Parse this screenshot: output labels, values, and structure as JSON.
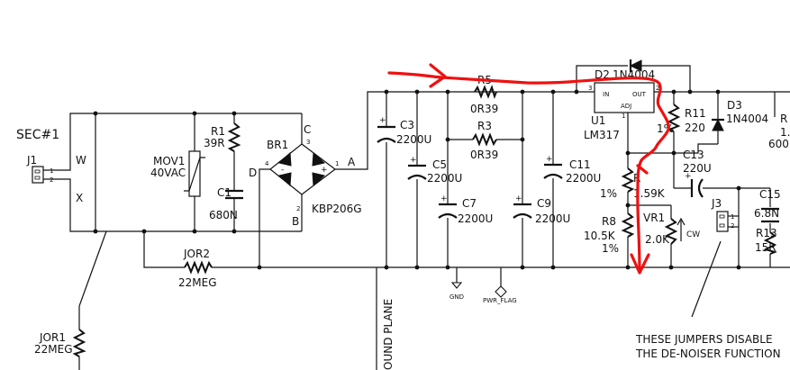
{
  "schematic": {
    "sec_label": "SEC#1",
    "connector_j1": {
      "ref": "J1",
      "pins": [
        "1",
        "2"
      ],
      "w_label": "W",
      "x_label": "X"
    },
    "mov1": {
      "ref": "MOV1",
      "value": "40VAC"
    },
    "r1": {
      "ref": "R1",
      "value": "39R"
    },
    "c1": {
      "ref": "C1",
      "value": "680N"
    },
    "br1": {
      "ref": "BR1",
      "value": "KBP206G",
      "node_a": "A",
      "node_b": "B",
      "node_c": "C",
      "node_d": "D",
      "pin1": "1",
      "pin2": "2",
      "pin3": "3",
      "pin4": "4",
      "plus": "+",
      "minus": "-"
    },
    "jor2": {
      "ref": "JOR2",
      "value": "22MEG"
    },
    "jor1": {
      "ref": "JOR1",
      "value": "22MEG"
    },
    "c3": {
      "ref": "C3",
      "value": "2200U"
    },
    "c5": {
      "ref": "C5",
      "value": "2200U"
    },
    "c7": {
      "ref": "C7",
      "value": "2200U"
    },
    "c9": {
      "ref": "C9",
      "value": "2200U"
    },
    "c11": {
      "ref": "C11",
      "value": "2200U"
    },
    "r5": {
      "ref": "R5",
      "value": "0R39"
    },
    "r3": {
      "ref": "R3",
      "value": "0R39"
    },
    "gnd": "GND",
    "pwr_flag": "PWR_FLAG",
    "ground_plane": "OUND PLANE",
    "u1": {
      "ref": "U1",
      "value": "LM317",
      "in": "IN",
      "out": "OUT",
      "adj": "ADJ",
      "pin_in": "3",
      "pin_out": "2",
      "pin_adj": "1"
    },
    "d2": {
      "ref": "D2",
      "value": "1N4004"
    },
    "d3": {
      "ref": "D3",
      "value": "1N4004"
    },
    "r11": {
      "ref": "R11",
      "value": "220",
      "value_partial": "1%"
    },
    "c13": {
      "ref": "C13",
      "value": "220U"
    },
    "r_mid": {
      "ref": "R",
      "tol": "1%",
      "value": "1.59K"
    },
    "r8": {
      "ref": "R8",
      "value": "10.5K",
      "tol": "1%"
    },
    "vr1": {
      "ref": "VR1",
      "value": "2.0K",
      "cw": "CW"
    },
    "j3": {
      "ref": "J3",
      "pins": [
        "1",
        "2"
      ]
    },
    "c15": {
      "ref": "C15",
      "value": "6.8N"
    },
    "r13": {
      "ref": "R13",
      "value": "15R"
    },
    "edge_labels": [
      "R",
      "1.",
      "600"
    ],
    "note_line1": "THESE JUMPERS DISABLE",
    "note_line2": "THE DE-NOISER FUNCTION"
  }
}
